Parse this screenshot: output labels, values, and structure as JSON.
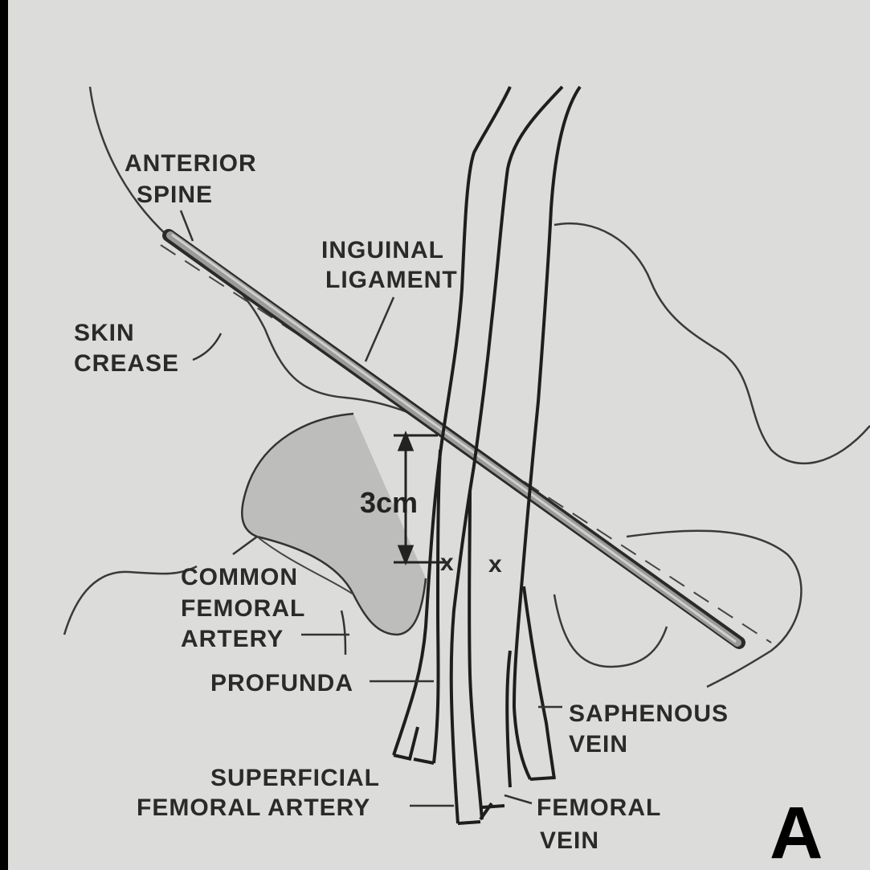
{
  "diagram": {
    "panel_letter": "A",
    "measurement": "3cm",
    "labels": {
      "anterior_spine": [
        "ANTERIOR",
        "SPINE"
      ],
      "inguinal_ligament": [
        "INGUINAL",
        "LIGAMENT"
      ],
      "skin_crease": [
        "SKIN",
        "CREASE"
      ],
      "common_femoral_artery": [
        "COMMON",
        "FEMORAL",
        "ARTERY"
      ],
      "profunda": [
        "PROFUNDA"
      ],
      "saphenous_vein": [
        "SAPHENOUS",
        "VEIN"
      ],
      "superficial_femoral_artery": [
        "SUPERFICIAL",
        "FEMORAL ARTERY"
      ],
      "femoral_vein": [
        "FEMORAL",
        "VEIN"
      ]
    },
    "marks": [
      "x",
      "x"
    ]
  },
  "colors": {
    "background": "#dcdcda",
    "ink": "#2a2a2a",
    "ligament": "#8a8a88"
  }
}
